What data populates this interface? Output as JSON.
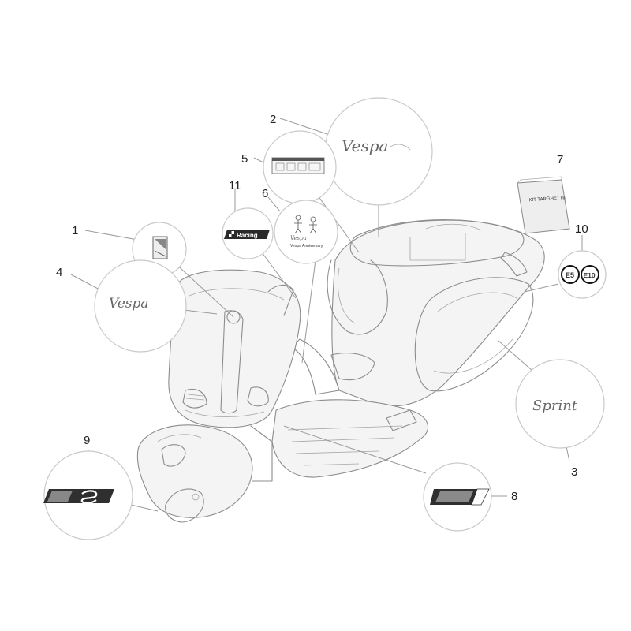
{
  "callouts": [
    "1",
    "2",
    "3",
    "4",
    "5",
    "6",
    "7",
    "8",
    "9",
    "10",
    "11"
  ],
  "decals": {
    "vespa_logo": "Vespa",
    "sprint_logo": "Sprint",
    "racing_logo": "Racing",
    "kit_text": "KIT TARGHETTE",
    "fuel_e5": "E5",
    "fuel_e10": "E10",
    "anniversary_caption": "Vespa Anniversary"
  }
}
